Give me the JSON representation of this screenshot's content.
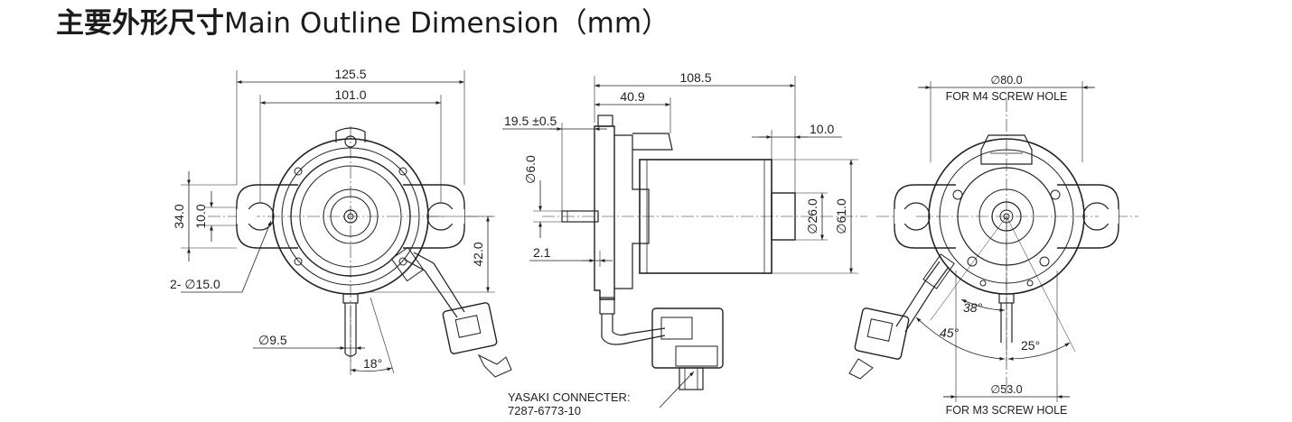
{
  "heading": {
    "zh": "主要外形尺寸",
    "en": "Main Outline Dimension（mm）"
  },
  "views": {
    "front": {
      "dim_overall_width": "125.5",
      "dim_mount_pitch": "101.0",
      "dim_height_outer": "34.0",
      "dim_height_inner": "10.0",
      "dim_offset": "42.0",
      "dim_holes": "2- ∅15.0",
      "dim_tube": "∅9.5",
      "dim_angle": "18°"
    },
    "side": {
      "dim_length": "108.5",
      "dim_flange": "40.9",
      "dim_shaft_ext": "19.5 ±0.5",
      "dim_boss": "10.0",
      "dim_shaft_dia": "∅6.0",
      "dim_boss_dia": "∅26.0",
      "dim_body_dia": "∅61.0",
      "dim_step": "2.1",
      "connector_line1": "YASAKI CONNECTER:",
      "connector_line2": "7287-6773-10"
    },
    "rear": {
      "dim_m4_dia": "∅80.0",
      "dim_m4_label": "FOR M4 SCREW HOLE",
      "dim_m3_dia": "∅53.0",
      "dim_m3_label": "FOR M3 SCREW HOLE",
      "angle_a": "38°",
      "angle_b": "45°",
      "angle_c": "25°"
    }
  }
}
